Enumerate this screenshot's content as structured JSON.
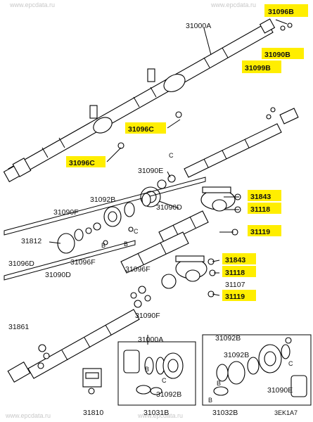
{
  "watermarks": [
    "www.epcdata.ru",
    "www.epcdata.ru",
    "www.epcdata.ru",
    "www.epcdata.ru"
  ],
  "figure_code": "3EK1A7",
  "labels": {
    "l31000A_top": "31000A",
    "l31090E": "31090E",
    "l31092B_mid": "31092B",
    "l31090F_mid": "31090F",
    "l31090D_right": "31090D",
    "l31812": "31812",
    "l31096D": "31096D",
    "l31090D_left": "31090D",
    "l31096F_a": "31096F",
    "l31096F_b": "31096F",
    "l31107": "31107",
    "l31090F_low": "31090F",
    "l31861": "31861",
    "l31000A_low": "31000A",
    "l31092B_a": "31092B",
    "l31092B_b": "31092B",
    "l31092B_c": "31092B",
    "l31090E_low": "31090E",
    "l31810": "31810",
    "l31031B": "31031B",
    "l31032B": "31032B",
    "B": "B",
    "C": "C"
  },
  "highlighted": {
    "h31096B": "31096B",
    "h31090B": "31090B",
    "h31099B": "31099B",
    "h31096C_a": "31096C",
    "h31096C_b": "31096C",
    "h31843_a": "31843",
    "h31118_a": "31118",
    "h31119_a": "31119",
    "h31843_b": "31843",
    "h31118_b": "31118",
    "h31119_b": "31119"
  },
  "colors": {
    "highlight": "#ffee00",
    "line": "#000000",
    "watermark": "#c8c8c8"
  }
}
